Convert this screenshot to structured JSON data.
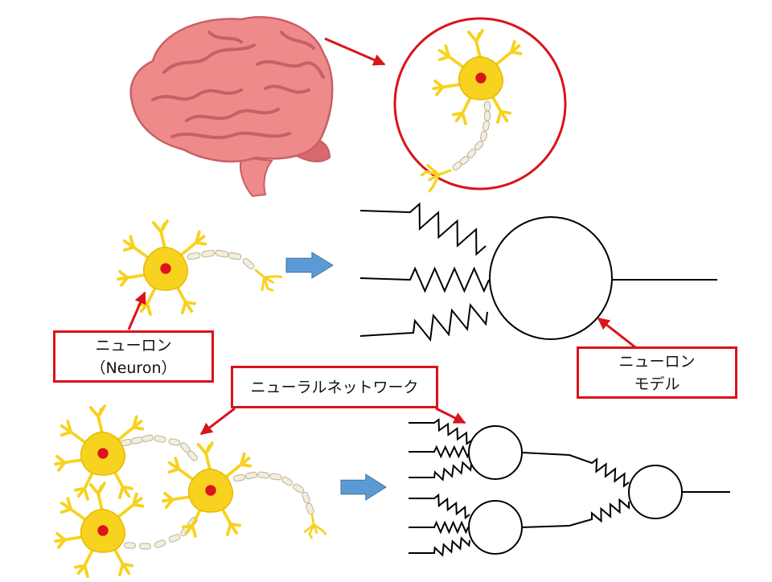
{
  "labels": {
    "neuron": {
      "line1": "ニューロン",
      "line2": "（Neuron）"
    },
    "neuron_model": {
      "line1": "ニューロン",
      "line2": "モデル"
    },
    "neural_network": {
      "line1": "ニューラルネットワーク"
    }
  },
  "colors": {
    "label_border": "#d9141b",
    "arrow_red": "#d9141b",
    "arrow_blue": "#5b9bd5",
    "neuron_body": "#f7d21e",
    "neuron_outline": "#e6b800",
    "nucleus": "#d9141b",
    "axon_segment": "#f2eedb",
    "brain": "#ee8a8a",
    "brain_folds": "#c95f66",
    "wire": "#000000"
  }
}
